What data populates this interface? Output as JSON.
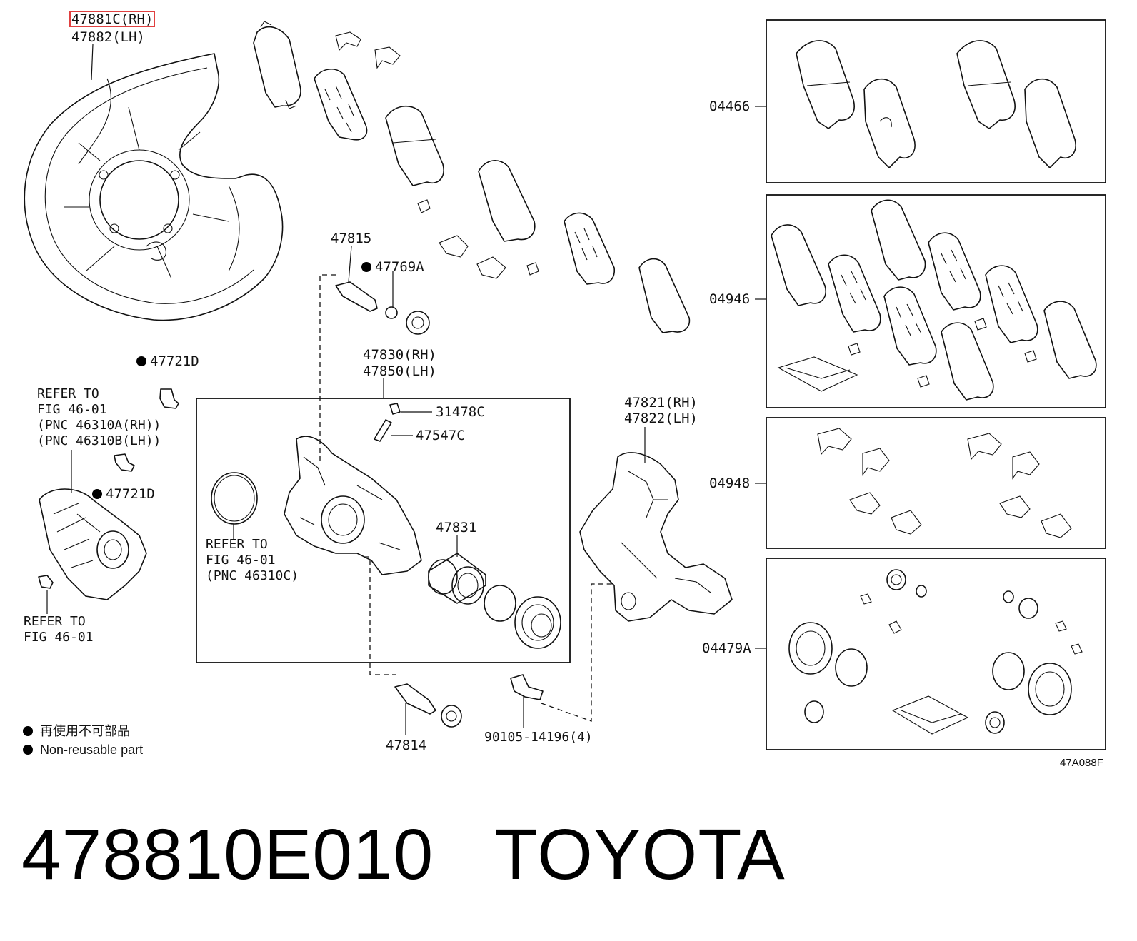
{
  "labels": {
    "backing_plate_rh": "47881C(RH)",
    "backing_plate_lh": "47882(LH)",
    "slide_pin_upper": "47815",
    "slide_pin_boot_upper": "47769A",
    "bolt_47721d_a": "47721D",
    "refer_motor_1": "REFER TO",
    "refer_motor_2": "FIG 46-01",
    "refer_motor_3": "(PNC 46310A(RH))",
    "refer_motor_4": "(PNC 46310B(LH))",
    "bolt_47721d_b": "47721D",
    "refer_bottom_1": "REFER TO",
    "refer_bottom_2": "FIG 46-01",
    "caliper_rh": "47830(RH)",
    "caliper_lh": "47850(LH)",
    "bleeder_cap": "31478C",
    "bleeder_plug": "47547C",
    "refer_seal_1": "REFER TO",
    "refer_seal_2": "FIG 46-01",
    "refer_seal_3": "(PNC 46310C)",
    "piston": "47831",
    "mounting_rh": "47821(RH)",
    "mounting_lh": "47822(LH)",
    "slide_pin_lower": "47814",
    "bolt_90105": "90105-14196(4)",
    "kit_04466": "04466",
    "kit_04946": "04946",
    "kit_04948": "04948",
    "kit_04479a": "04479A"
  },
  "legend": {
    "non_reusable_jp": "再使用不可部品",
    "non_reusable_en": "Non-reusable part"
  },
  "diagram_code": "47A088F",
  "footer": {
    "part_number": "478810E010",
    "brand": "TOYOTA"
  }
}
